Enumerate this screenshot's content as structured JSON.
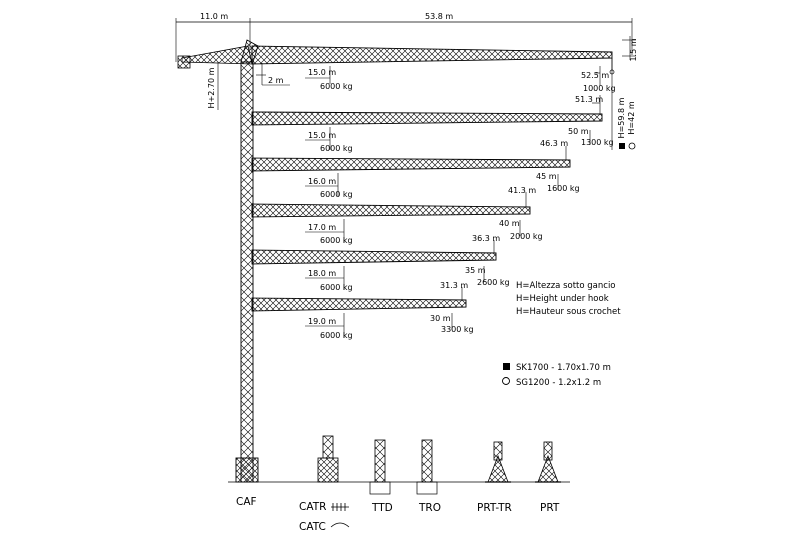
{
  "dimensions": {
    "counter_jib": "11.0 m",
    "jib_total": "53.8 m",
    "tip_height": "1.5 m",
    "mast_offset": "H+2.70 m",
    "pivot_offset": "2 m",
    "hook_heights": [
      "H=59.8 m",
      "H=42 m"
    ]
  },
  "jibs": [
    {
      "reach_label": "52.5 m",
      "tip_load": "1000 kg",
      "max_radius": "15.0 m",
      "max_load": "6000 kg"
    },
    {
      "reach_label": "51.3 m",
      "inner_reach": "50 m",
      "tip_load": "1300 kg",
      "max_radius": "15.0 m",
      "max_load": "6000 kg"
    },
    {
      "reach_label": "46.3 m",
      "inner_reach": "45 m",
      "tip_load": "1600 kg",
      "max_radius": "16.0 m",
      "max_load": "6000 kg"
    },
    {
      "reach_label": "41.3 m",
      "inner_reach": "40 m",
      "tip_load": "2000 kg",
      "max_radius": "17.0 m",
      "max_load": "6000 kg"
    },
    {
      "reach_label": "36.3 m",
      "inner_reach": "35 m",
      "tip_load": "2600 kg",
      "max_radius": "18.0 m",
      "max_load": "6000 kg"
    },
    {
      "reach_label": "31.3 m",
      "inner_reach": "30 m",
      "tip_load": "3300 kg",
      "max_radius": "19.0 m",
      "max_load": "6000 kg"
    }
  ],
  "hook_notes": [
    "H=Altezza sotto gancio",
    "H=Height under hook",
    "H=Hauteur sous crochet"
  ],
  "base_legend": [
    {
      "symbol": "filled-square",
      "text": "SK1700 - 1.70x1.70 m"
    },
    {
      "symbol": "hollow-circle",
      "text": "SG1200 - 1.2x1.2 m"
    }
  ],
  "bases": [
    "CAF",
    "CATR",
    "CATC",
    "TTD",
    "TRO",
    "PRT-TR",
    "PRT"
  ]
}
